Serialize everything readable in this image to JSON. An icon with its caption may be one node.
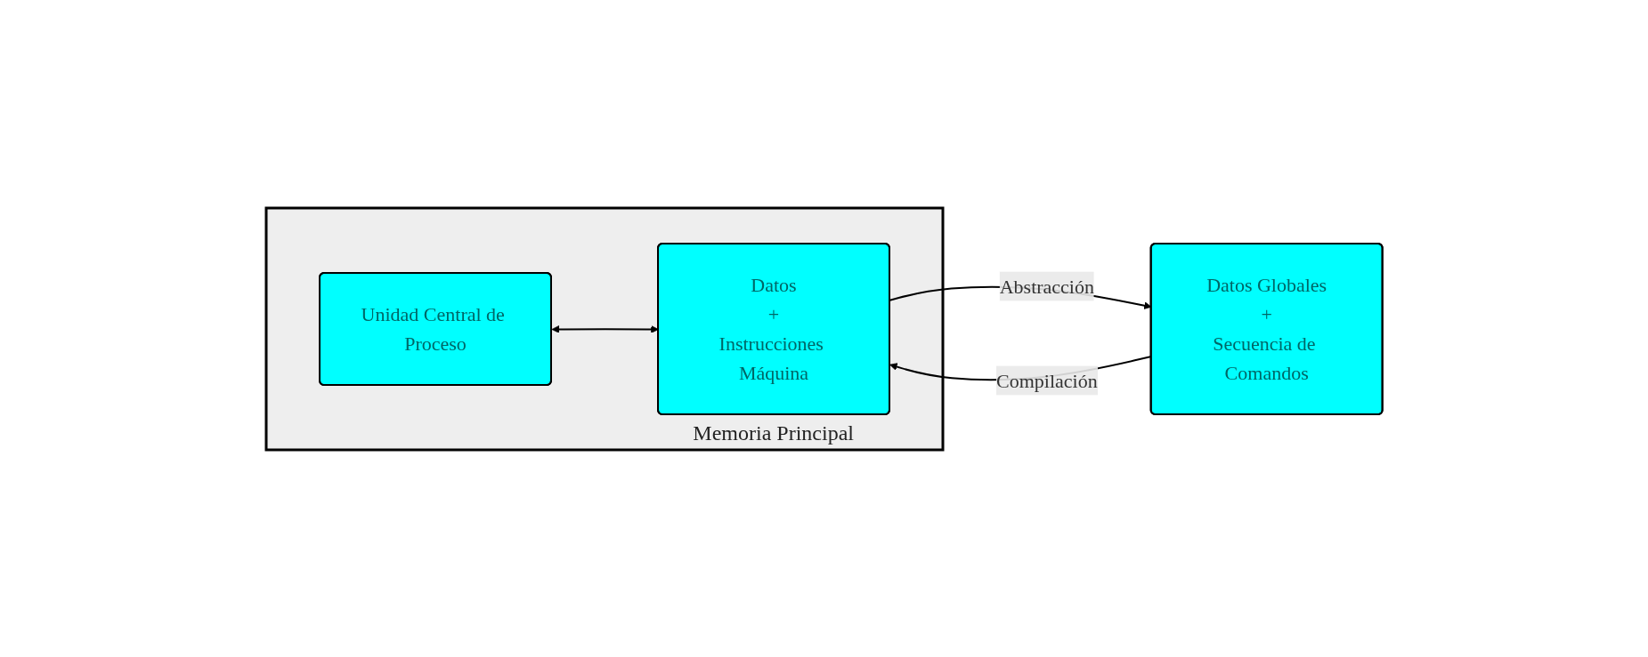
{
  "diagram": {
    "nodes": [
      {
        "text": [],
        "shape": "box"
      },
      {
        "text": [
          "Unidad Central de Proceso"
        ],
        "in": 0
      },
      {
        "text": [
          "Datos",
          "+",
          "Instrucciones Máquina"
        ],
        "in": 0,
        "beside": [
          "Memoria Principal"
        ]
      },
      {
        "text": [
          "Datos Globales",
          "+",
          "Secuencia de Comandos"
        ]
      }
    ],
    "edges": [
      {
        "from": 1,
        "to": 2,
        "arrow": "both"
      },
      {
        "from": 2,
        "to": 3,
        "arrow": "to",
        "label": "Abstracción"
      },
      {
        "from": 3,
        "to": 2,
        "arrow": "to",
        "label": "Compilación"
      }
    ]
  }
}
